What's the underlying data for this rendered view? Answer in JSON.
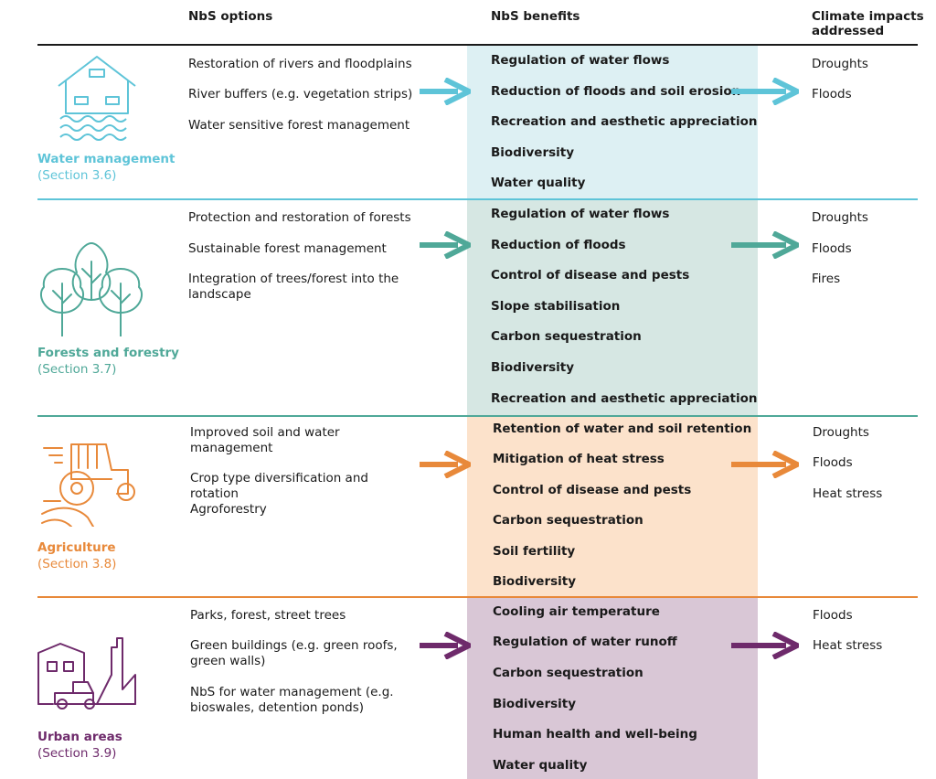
{
  "headers": {
    "options": "NbS options",
    "benefits": "NbS benefits",
    "impacts_line1": "Climate impacts",
    "impacts_line2": "addressed"
  },
  "colors": {
    "water": "#5ec4d8",
    "forest": "#4fa898",
    "agri": "#e8893a",
    "urban": "#6e2a6b",
    "water_band": "#ddf0f3",
    "forest_band": "#d6e7e3",
    "agri_band": "#fce2cb",
    "urban_band": "#d9c7d6",
    "top_rule": "#1a1a1a"
  },
  "sections": [
    {
      "name": "Water management",
      "section": "(Section 3.6)",
      "icon": "house-on-water-icon",
      "options": [
        "Restoration of rivers and floodplains",
        "River buffers (e.g. vegetation strips)",
        "Water sensitive forest management"
      ],
      "benefits": [
        "Regulation of water flows",
        "Reduction of floods and soil erosion",
        "Recreation and aesthetic appreciation",
        "Biodiversity",
        "Water quality"
      ],
      "impacts": [
        "Droughts",
        "Floods"
      ]
    },
    {
      "name": "Forests and forestry",
      "section": "(Section 3.7)",
      "icon": "trees-icon",
      "options": [
        "Protection and restoration of forests",
        "Sustainable forest management",
        "Integration of trees/forest into the landscape"
      ],
      "benefits": [
        "Regulation of water flows",
        "Reduction of floods",
        "Control of disease and pests",
        "Slope stabilisation",
        "Carbon sequestration",
        "Biodiversity",
        "Recreation and aesthetic appreciation"
      ],
      "impacts": [
        "Droughts",
        "Floods",
        "Fires"
      ]
    },
    {
      "name": "Agriculture",
      "section": "(Section 3.8)",
      "icon": "tractor-icon",
      "options": [
        "Improved soil and water management",
        "Crop type diversification and rotation",
        "Agroforestry"
      ],
      "benefits": [
        "Retention of water and soil retention",
        "Mitigation of heat stress",
        "Control of disease and pests",
        "Carbon sequestration",
        "Soil fertility",
        "Biodiversity"
      ],
      "impacts": [
        "Droughts",
        "Floods",
        "Heat stress"
      ]
    },
    {
      "name": "Urban areas",
      "section": "(Section 3.9)",
      "icon": "city-buildings-icon",
      "options": [
        "Parks, forest, street trees",
        "Green buildings (e.g. green roofs, green walls)",
        "NbS for water management (e.g. bioswales, detention ponds)"
      ],
      "benefits": [
        "Cooling air temperature",
        "Regulation of water runoff",
        "Carbon sequestration",
        "Biodiversity",
        "Human health and well-being",
        "Water quality"
      ],
      "impacts": [
        "Floods",
        "Heat stress"
      ]
    }
  ]
}
